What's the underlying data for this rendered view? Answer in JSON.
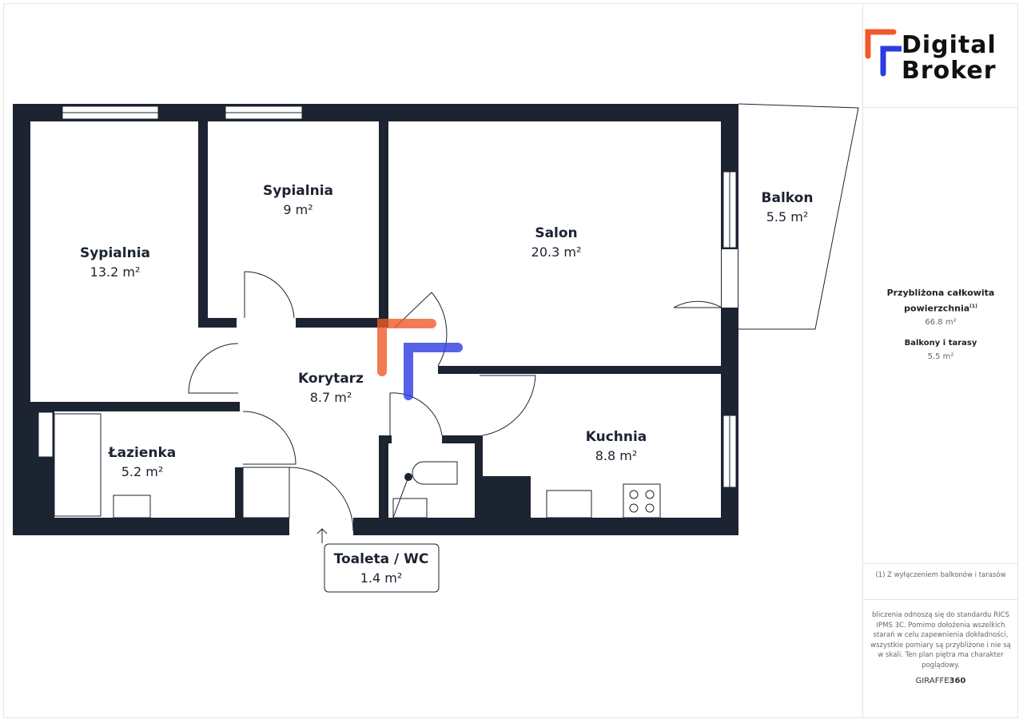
{
  "brand": {
    "line1": "Digital",
    "line2": "Broker",
    "accent_orange": "#f05a28",
    "accent_blue": "#2e3be0"
  },
  "rooms": [
    {
      "name": "Sypialnia",
      "area": "13.2 m²"
    },
    {
      "name": "Sypialnia",
      "area": "9 m²"
    },
    {
      "name": "Salon",
      "area": "20.3 m²"
    },
    {
      "name": "Balkon",
      "area": "5.5 m²"
    },
    {
      "name": "Korytarz",
      "area": "8.7 m²"
    },
    {
      "name": "Łazienka",
      "area": "5.2 m²"
    },
    {
      "name": "Kuchnia",
      "area": "8.8 m²"
    },
    {
      "name": "Toaleta / WC",
      "area": "1.4 m²"
    }
  ],
  "summary": {
    "total_label": "Przybliżona całkowita powierzchnia",
    "total_sup": "(1)",
    "total_value": "66.8 m²",
    "balcony_label": "Balkony i tarasy",
    "balcony_value": "5.5 m²"
  },
  "footnote": "(1) Z wyłączeniem balkonów i tarasów",
  "disclaimer": "bliczenia odnoszą się do standardu RICS IPMS 3C. Pomimo dołożenia wszelkich starań w celu zapewnienia dokładności, wszystkie pomiary są przybliżone i nie są w skali. Ten plan piętra ma charakter poglądowy.",
  "credit": {
    "a": "GIRAFFE",
    "b": "360"
  },
  "colors": {
    "wall": "#1c2331"
  }
}
